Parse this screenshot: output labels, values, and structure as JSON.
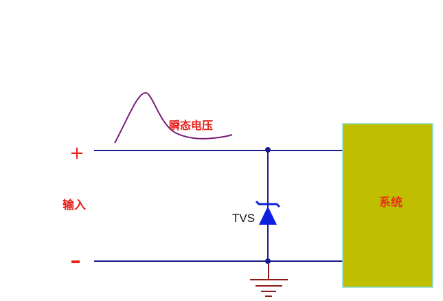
{
  "labels": {
    "plus": "+",
    "minus": "-",
    "input": "输入",
    "transient_voltage": "瞬态电压",
    "tvs": "TVS",
    "system": "系统"
  },
  "colors": {
    "wire": "#1a1a8c",
    "label_red": "#e8201a",
    "pulse": "#7a1a7a",
    "diode": "#1020e0",
    "ground": "#8b1a1a",
    "system_fill": "#c0be00",
    "system_border": "#7fe0e0"
  }
}
